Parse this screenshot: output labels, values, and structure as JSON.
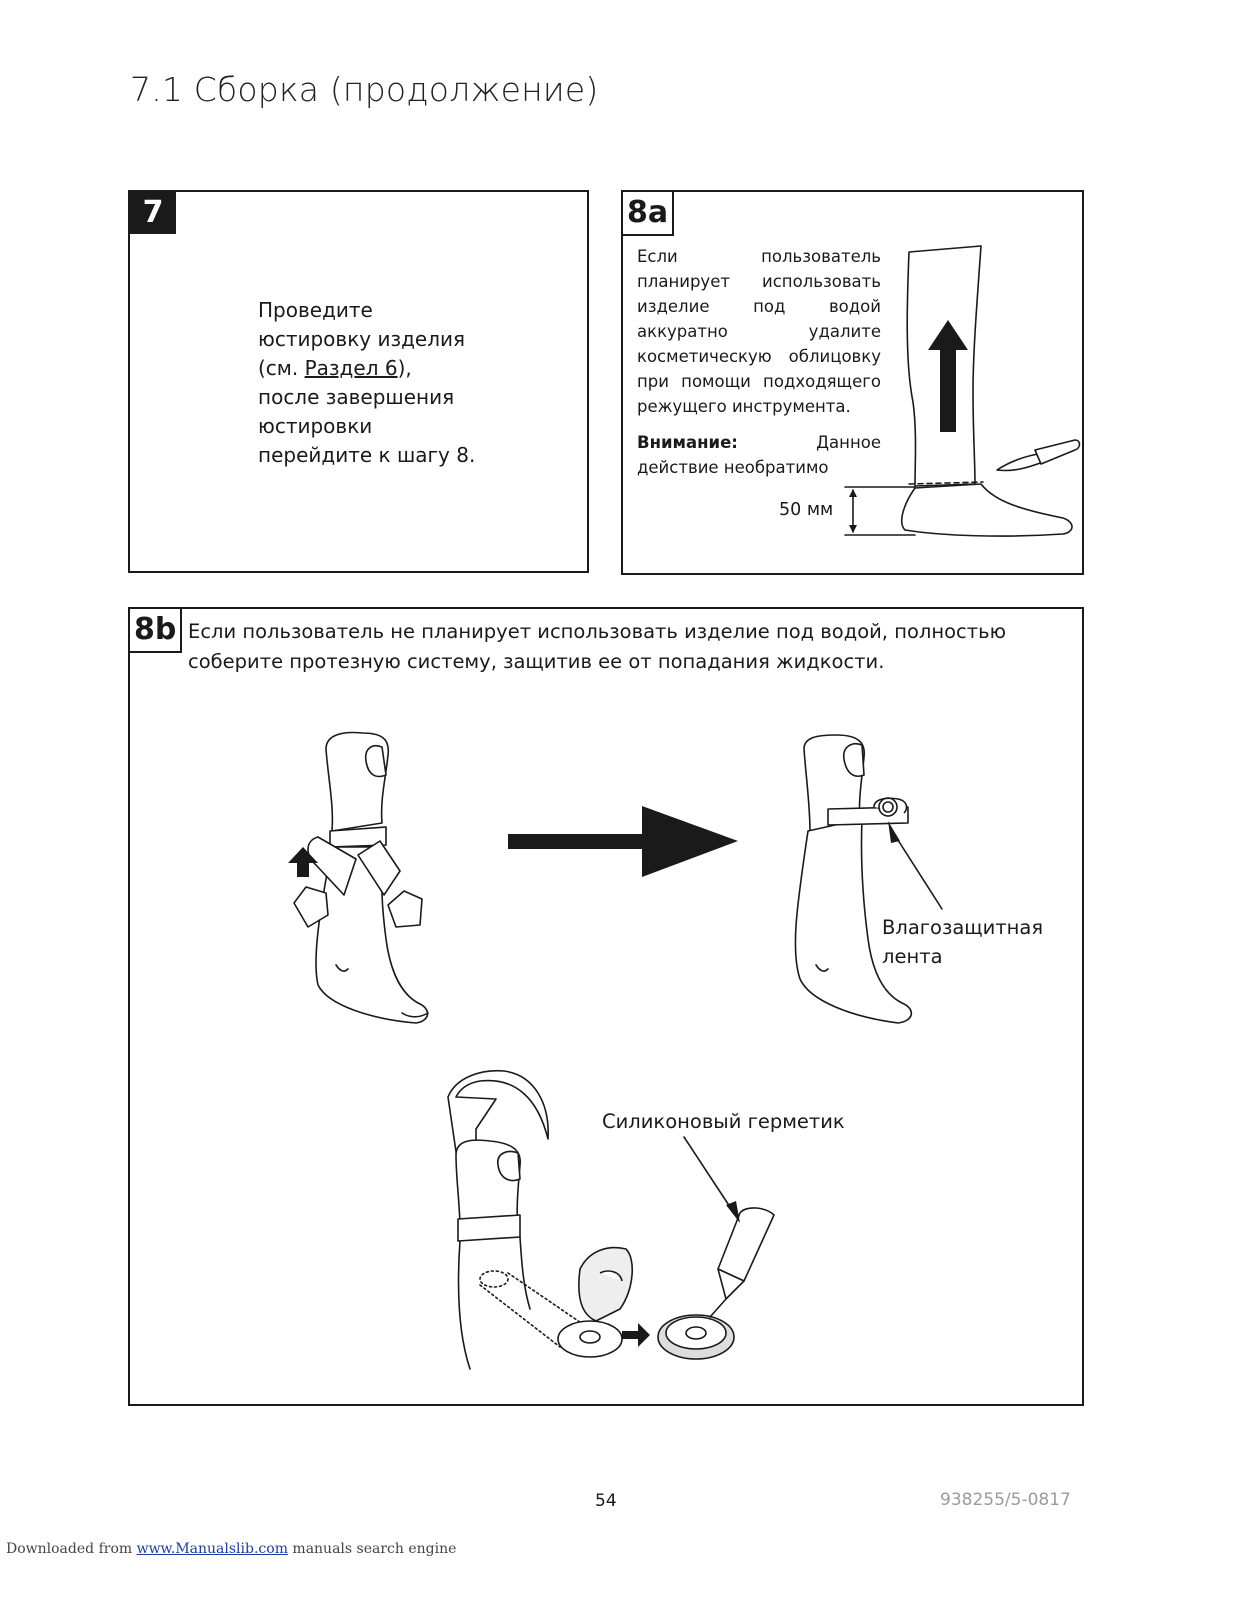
{
  "page": {
    "title": "7.1 Сборка (продолжение)",
    "page_number": "54",
    "doc_code": "938255/5-0817"
  },
  "step7": {
    "badge": "7",
    "lines": [
      "Проведите",
      "юстировку изделия"
    ],
    "ref_prefix": "(см. ",
    "ref_link": "Раздел 6",
    "ref_suffix": "),",
    "lines_after": [
      "после завершения",
      "юстировки",
      "перейдите к шагу 8."
    ]
  },
  "step8a": {
    "badge": "8a",
    "text": "Если пользователь планирует использовать изделие под водой аккуратно удалите косметическую облицовку при помощи подходящего режущего инструмента.",
    "warning_label": "Внимание:",
    "warning_text": " Данное действие необратимо",
    "dimension": "50 мм"
  },
  "step8b": {
    "badge": "8b",
    "text_line1": "Если пользователь не планирует использовать изделие под водой, полностью",
    "text_line2": "соберите протезную систему, защитив ее от попадания жидкости.",
    "label_tape_1": "Влагозащитная",
    "label_tape_2": "лента",
    "label_sealant": "Силиконовый герметик"
  },
  "footer": {
    "prefix": "Downloaded from ",
    "link": "www.Manualslib.com",
    "suffix": " manuals search engine"
  },
  "colors": {
    "ink": "#1a1a1a",
    "doc_code": "#9a9a9a",
    "footer_link": "#1a3ca8"
  },
  "icons": [
    "up-arrow-icon",
    "right-arrow-icon",
    "curved-arrow-icon",
    "knife-icon"
  ]
}
